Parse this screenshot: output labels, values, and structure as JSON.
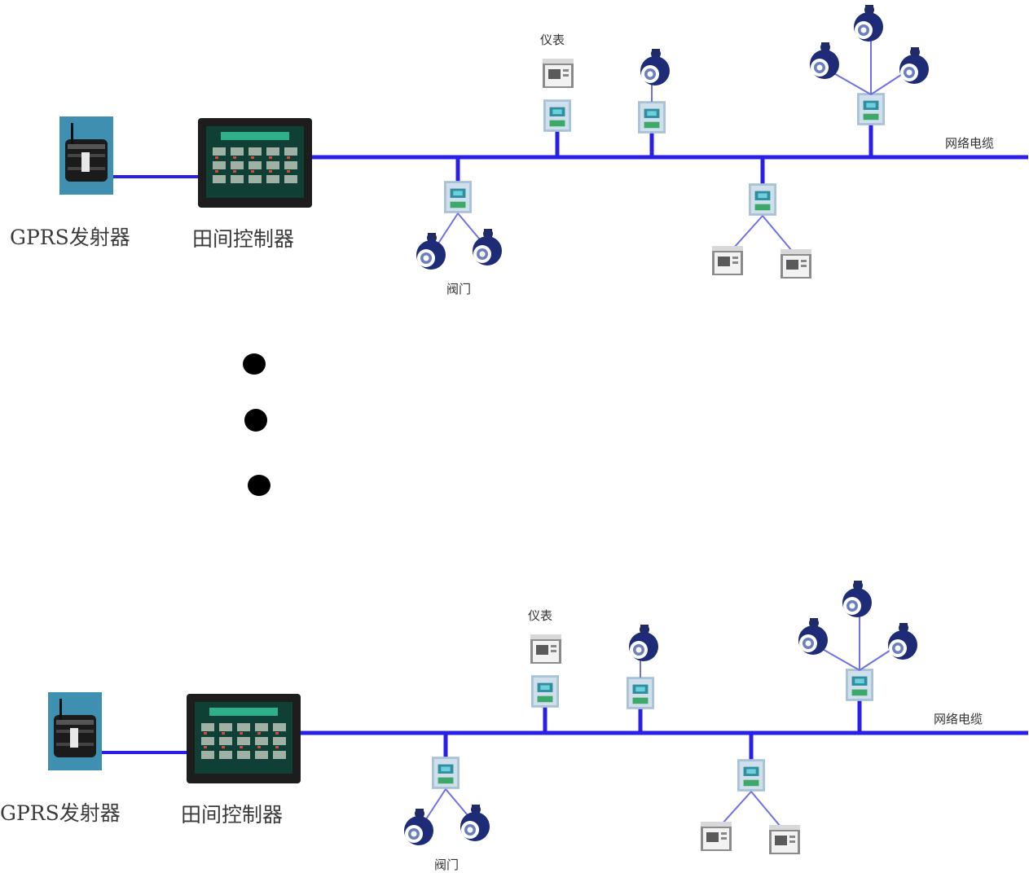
{
  "labels": {
    "gprs": "GPRS发射器",
    "controller": "田间控制器",
    "cable": "网络电缆",
    "meter": "仪表",
    "valve": "阀门"
  },
  "colors": {
    "bus": "#2a1fe6",
    "branch": "#2a1fe6",
    "thin_link": "#6f6fe8",
    "dot": "#000000"
  },
  "icons": {
    "transmitter": "gprs-transmitter-icon",
    "controller": "field-controller-icon",
    "node": "rtu-module-icon",
    "meter": "meter-box-icon",
    "valve": "valve-flowmeter-icon"
  }
}
